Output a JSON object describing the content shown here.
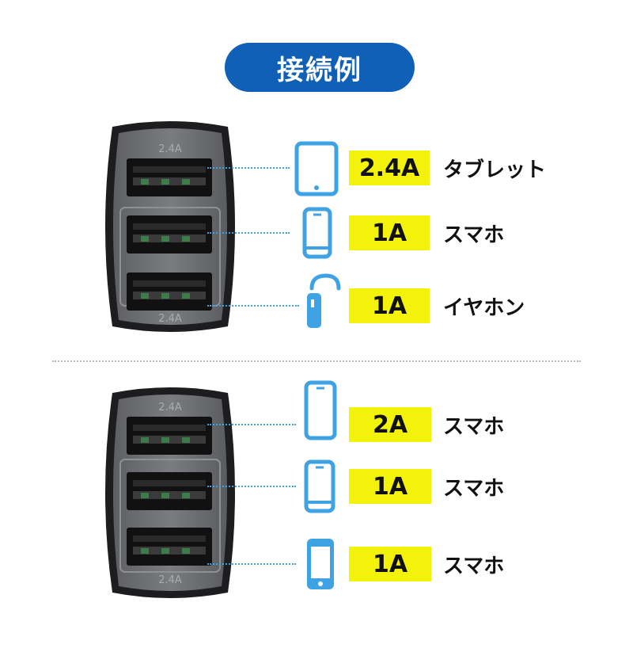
{
  "title": "接続例",
  "port_top_label": "2.4A",
  "port_bottom_label": "2.4A",
  "examples": [
    {
      "rows": [
        {
          "device": "tablet-icon",
          "amp": "2.4A",
          "label": "タブレット"
        },
        {
          "device": "smartphone-icon",
          "amp": "1A",
          "label": "スマホ"
        },
        {
          "device": "earphone-icon",
          "amp": "1A",
          "label": "イヤホン"
        }
      ]
    },
    {
      "rows": [
        {
          "device": "smartphone-icon",
          "amp": "2A",
          "label": "スマホ"
        },
        {
          "device": "smartphone-icon",
          "amp": "1A",
          "label": "スマホ"
        },
        {
          "device": "smartphone-icon",
          "amp": "1A",
          "label": "スマホ"
        }
      ]
    }
  ],
  "colors": {
    "title_bg": "#1060b8",
    "highlight": "#f2f20a",
    "icon_blue": "#3fa2e3",
    "charger_body": "#1d1d1f",
    "charger_face": "#6d6f73"
  }
}
